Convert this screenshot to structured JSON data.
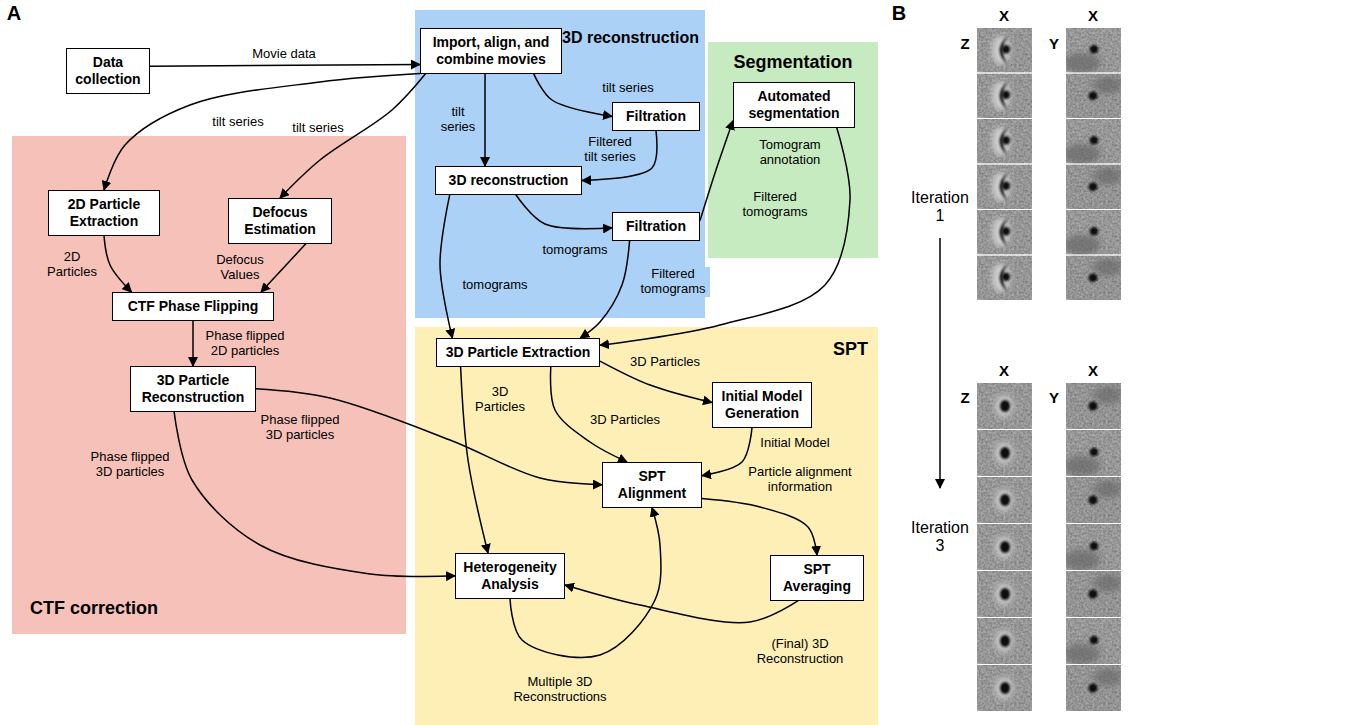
{
  "diagram": {
    "nodes": [
      {
        "text": [
          "Data collection"
        ]
      },
      {
        "text": [
          "3D reconstruction"
        ]
      },
      {
        "text": [
          "Import, align, and combine movies"
        ],
        "in": 1
      },
      {
        "text": [
          "Filtration"
        ],
        "in": 1
      },
      {
        "text": [
          "3D reconstruction"
        ],
        "in": 1
      },
      {
        "text": [
          "Filtration"
        ],
        "in": 1
      },
      {
        "text": [
          "Segmentation"
        ]
      },
      {
        "text": [
          "Automated segmentation"
        ],
        "in": 6
      },
      {
        "text": [
          "CTF correction"
        ]
      },
      {
        "text": [
          "2D Particle Extraction"
        ],
        "in": 8
      },
      {
        "text": [
          "Defocus Estimation"
        ],
        "in": 8
      },
      {
        "text": [
          "CTF Phase Flipping"
        ],
        "in": 8
      },
      {
        "text": [
          "3D Particle Reconstruction"
        ],
        "in": 8
      },
      {
        "text": [
          "SPT"
        ]
      },
      {
        "text": [
          "3D Particle Extraction"
        ],
        "in": 13
      },
      {
        "text": [
          "Initial Model Generation"
        ],
        "in": 13
      },
      {
        "text": [
          "SPT Alignment"
        ],
        "in": 13
      },
      {
        "text": [
          "Heterogeneity Analysis"
        ],
        "in": 13
      },
      {
        "text": [
          "SPT Averaging"
        ],
        "in": 13
      }
    ],
    "edges": [
      {
        "from": 0,
        "to": 2,
        "label": "Movie data",
        "arrow": "to"
      },
      {
        "from": 2,
        "to": 9,
        "label": "tilt series",
        "arrow": "to"
      },
      {
        "from": 2,
        "to": 10,
        "label": "tilt series",
        "arrow": "to"
      },
      {
        "from": 2,
        "to": 4,
        "label": "tilt series",
        "arrow": "to"
      },
      {
        "from": 2,
        "to": 3,
        "label": "tilt series",
        "arrow": "to"
      },
      {
        "from": 3,
        "to": 4,
        "label": "Filtered tilt series",
        "arrow": "to"
      },
      {
        "from": 4,
        "to": 5,
        "label": "tomograms",
        "arrow": "to"
      },
      {
        "from": 4,
        "to": 14,
        "label": "tomograms",
        "arrow": "to"
      },
      {
        "from": 5,
        "to": 7,
        "label": "Filtered tomograms",
        "arrow": "to"
      },
      {
        "from": 5,
        "to": 14,
        "label": "Filtered tomograms",
        "arrow": "to"
      },
      {
        "from": 7,
        "to": 14,
        "label": "Tomogram annotation",
        "arrow": "to"
      },
      {
        "from": 9,
        "to": 11,
        "label": "2D Particles",
        "arrow": "to"
      },
      {
        "from": 10,
        "to": 11,
        "label": "Defocus Values",
        "arrow": "to"
      },
      {
        "from": 11,
        "to": 12,
        "label": "Phase flipped 2D particles",
        "arrow": "to"
      },
      {
        "from": 12,
        "to": 16,
        "label": "Phase flipped 3D particles",
        "arrow": "to"
      },
      {
        "from": 12,
        "to": 17,
        "label": "Phase flipped 3D particles",
        "arrow": "to"
      },
      {
        "from": 14,
        "to": 15,
        "label": "3D Particles",
        "arrow": "to"
      },
      {
        "from": 14,
        "to": 16,
        "label": "3D Particles",
        "arrow": "to"
      },
      {
        "from": 14,
        "to": 17,
        "label": "3D Particles",
        "arrow": "to"
      },
      {
        "from": 15,
        "to": 16,
        "label": "Initial Model",
        "arrow": "to"
      },
      {
        "from": 16,
        "to": 18,
        "label": "Particle alignment information",
        "arrow": "to"
      },
      {
        "from": 18,
        "to": 17,
        "label": "(Final) 3D Reconstruction",
        "arrow": "to"
      },
      {
        "from": 17,
        "to": 16,
        "label": "Multiple 3D Reconstructions",
        "arrow": "to"
      }
    ],
    "labels": [
      "A",
      "B",
      "X",
      "X",
      "Z",
      "Y",
      "Iteration 1",
      "Iteration 3",
      "X",
      "X",
      "Z",
      "Y"
    ]
  }
}
